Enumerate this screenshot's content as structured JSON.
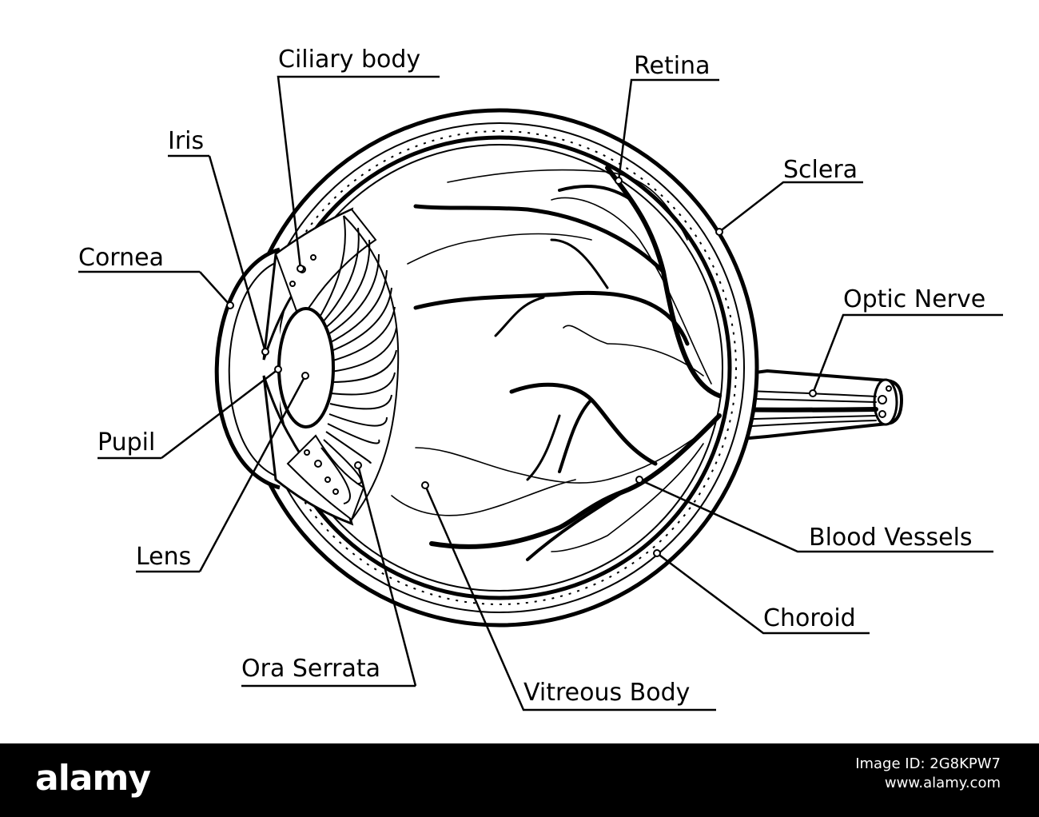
{
  "labels": {
    "ciliary_body": "Ciliary body",
    "retina": "Retina",
    "iris": "Iris",
    "sclera": "Sclera",
    "cornea": "Cornea",
    "optic_nerve": "Optic Nerve",
    "pupil": "Pupil",
    "blood_vessels": "Blood Vessels",
    "lens": "Lens",
    "choroid": "Choroid",
    "ora_serrata": "Ora Serrata",
    "vitreous_body": "Vitreous Body"
  },
  "footer": {
    "brand": "alamy",
    "image_id_label": "Image ID: 2G8KPW7",
    "site": "www.alamy.com"
  },
  "colors": {
    "ink": "#000000",
    "paper": "#ffffff",
    "footer_bg": "#000000"
  }
}
